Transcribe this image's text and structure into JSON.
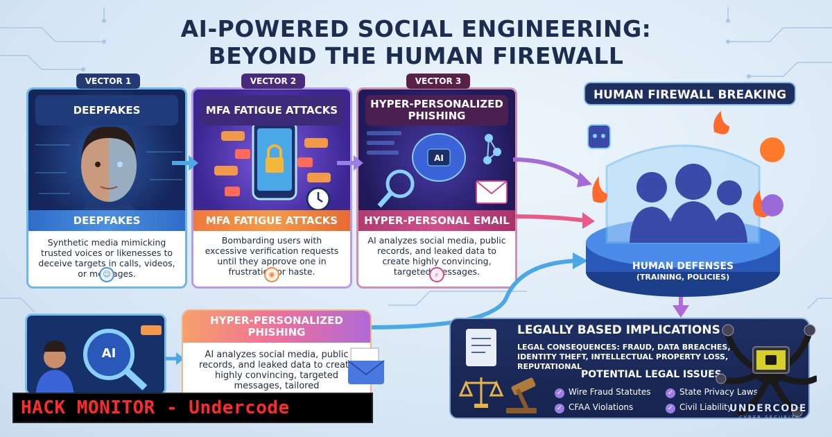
{
  "title": {
    "line1": "AI-POWERED SOCIAL ENGINEERING:",
    "line2": "BEYOND THE HUMAN FIREWALL"
  },
  "vectors": [
    {
      "label": "VECTOR 1",
      "heading": "DEEPFAKES",
      "ribbon": "DEEPFAKES",
      "description": "Synthetic media mimicking trusted voices or likenesses to deceive targets in calls, videos, or messages.",
      "icon": "user-icon"
    },
    {
      "label": "VECTOR 2",
      "heading": "MFA FATIGUE ATTACKS",
      "ribbon": "MFA FATIGUE ATTACKS",
      "description": "Bombarding users with excessive verification requests until they approve one in frustration or haste.",
      "icon": "alarm-icon"
    },
    {
      "label": "VECTOR 3",
      "heading": "HYPER-PERSONALIZED PHISHING",
      "ribbon": "HYPER-PERSONAL EMAIL",
      "description": "AI analyzes social media, public records, and leaked data to create highly convincing, targeted messages.",
      "icon": "search-icon"
    }
  ],
  "firewall": {
    "banner": "HUMAN FIREWALL BREAKING",
    "caption": "HUMAN DEFENSES",
    "caption_sub": "(TRAINING, POLICIES)"
  },
  "bottom_phishing": {
    "heading": "HYPER-PERSONALIZED PHISHING",
    "text": "AI analyzes social media, public records, and leaked data to create highly convincing, targeted messages, tailored",
    "ai_badge": "AI"
  },
  "legal": {
    "title": "LEGALLY BASED IMPLICATIONS",
    "consequences": "LEGAL CONSEQUENCES: FRAUD, DATA BREACHES, IDENTITY THEFT, INTELLECTUAL PROPERTY LOSS, REPUTATIONAL",
    "subtitle": "POTENTIAL LEGAL ISSUES",
    "items": [
      "Wire Fraud Statutes",
      "State Privacy Laws",
      "CFAA Violations",
      "Civil Liability"
    ]
  },
  "branding": {
    "banner": "HACK MONITOR - Undercode",
    "logo": "UNDERCODE",
    "logo_sub": "CYBER SECURITY"
  },
  "colors": {
    "navy": "#1d2d4f",
    "blue": "#2d6cc8",
    "orange": "#f07a3a",
    "magenta": "#b03a70",
    "purple": "#9b7de8",
    "banner_red": "#ff2a2a"
  }
}
